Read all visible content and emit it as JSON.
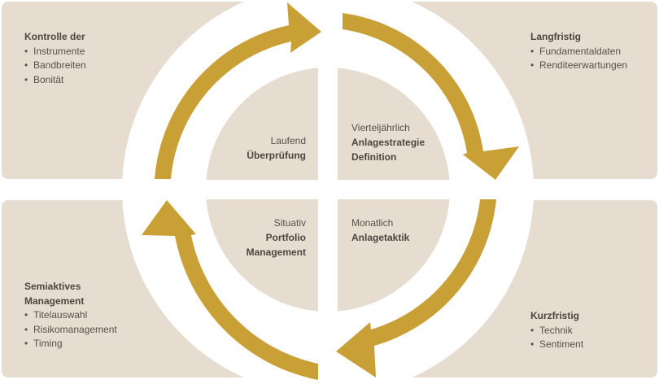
{
  "colors": {
    "panel": "#e6dcd0",
    "arrow": "#c9a036",
    "background": "#ffffff",
    "text": "#5a4f49"
  },
  "corners": {
    "top_left": {
      "title": "Kontrolle der",
      "items": [
        "Instrumente",
        "Bandbreiten",
        "Bonität"
      ]
    },
    "top_right": {
      "title": "Langfristig",
      "items": [
        "Fundamentaldaten",
        "Renditeerwartungen"
      ]
    },
    "bottom_left": {
      "title_line1": "Semiaktives",
      "title_line2": "Management",
      "items": [
        "Titelauswahl",
        "Risikomanagement",
        "Timing"
      ]
    },
    "bottom_right": {
      "title": "Kurzfristig",
      "items": [
        "Technik",
        "Sentiment"
      ]
    }
  },
  "quadrants": {
    "top_left": {
      "frequency": "Laufend",
      "line1": "Überprüfung"
    },
    "top_right": {
      "frequency": "Vierteljährlich",
      "line1": "Anlagestrategie",
      "line2": "Definition"
    },
    "bottom_left": {
      "frequency": "Situativ",
      "line1": "Portfolio",
      "line2": "Management"
    },
    "bottom_right": {
      "frequency": "Monatlich",
      "line1": "Anlagetaktik"
    }
  }
}
